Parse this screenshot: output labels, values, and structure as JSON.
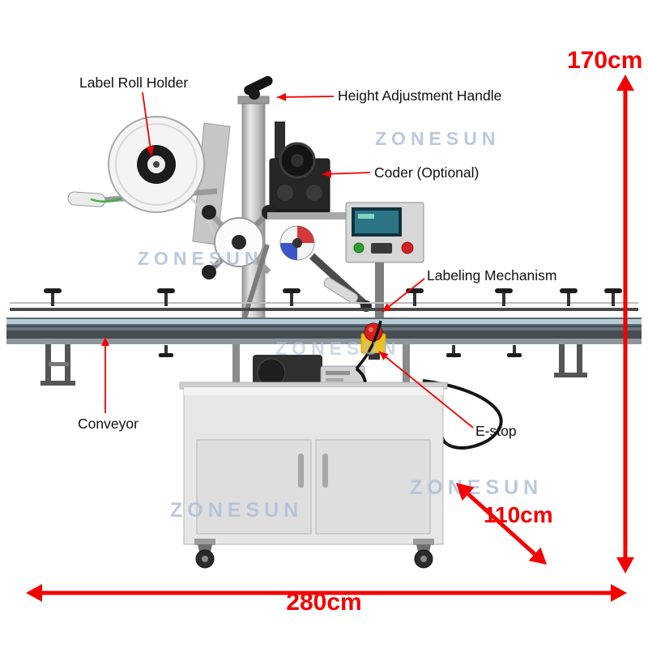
{
  "watermark": {
    "text": "ZONESUN"
  },
  "callouts": {
    "label_roll_holder": "Label Roll Holder",
    "height_adjustment_handle": "Height Adjustment Handle",
    "coder": "Coder (Optional)",
    "labeling_mechanism": "Labeling Mechanism",
    "conveyor": "Conveyor",
    "e_stop": "E-stop"
  },
  "dimensions": {
    "height": "170cm",
    "width": "280cm",
    "depth": "110cm"
  },
  "colors": {
    "accent_red": "#f40000",
    "watermark_blue": "#afc0d8",
    "estop_yellow": "#f0c01a",
    "estop_red": "#d61f1f"
  }
}
